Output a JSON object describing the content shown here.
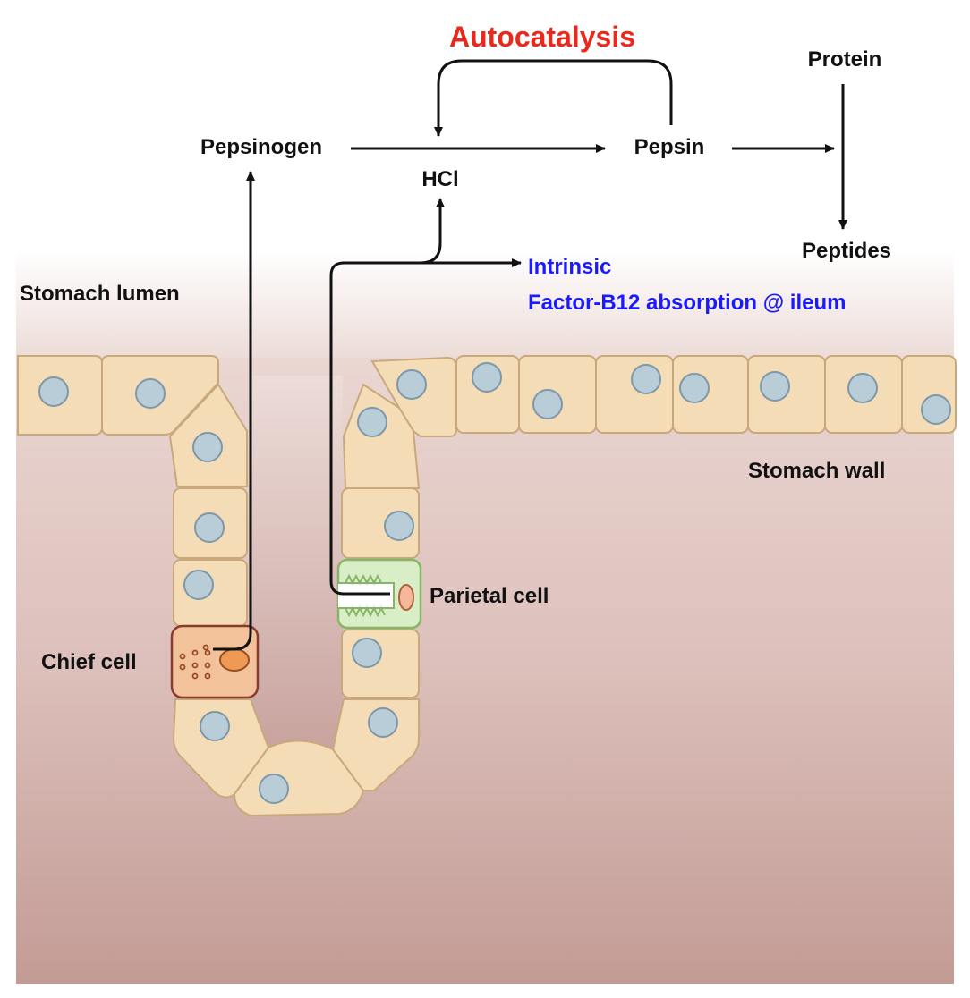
{
  "labels": {
    "autocatalysis": "Autocatalysis",
    "protein": "Protein",
    "pepsinogen": "Pepsinogen",
    "pepsin": "Pepsin",
    "hcl": "HCl",
    "peptides": "Peptides",
    "intrinsic_line1": "Intrinsic",
    "intrinsic_line2": "Factor-B12 absorption @ ileum",
    "stomach_lumen": "Stomach lumen",
    "stomach_wall": "Stomach wall",
    "parietal_cell": "Parietal cell",
    "chief_cell": "Chief cell"
  },
  "colors": {
    "autocatalysis": "#e8291c",
    "intrinsic": "#1a1aff",
    "text": "#111111",
    "cell_fill": "#f3dcb6",
    "cell_stroke": "#c9a87c",
    "nucleus_fill": "#b9cdd8",
    "nucleus_stroke": "#7e98a8",
    "chief_fill": "#f2c29b",
    "chief_stroke": "#8a3b2c",
    "parietal_fill": "#d9eec6",
    "parietal_stroke": "#86b56a",
    "wall_top": "#e9d2cd",
    "wall_bottom": "#c49e98"
  }
}
